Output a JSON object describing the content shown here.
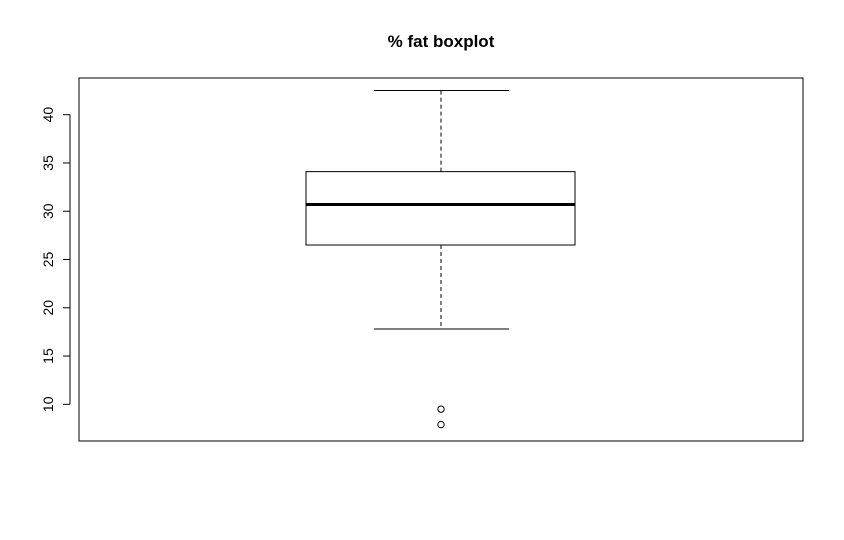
{
  "chart_data": {
    "type": "boxplot",
    "title": "% fat boxplot",
    "xlabel": "",
    "ylabel": "",
    "ylim": [
      6.2,
      43.8
    ],
    "yticks": [
      10,
      15,
      20,
      25,
      30,
      35,
      40
    ],
    "box": {
      "whisker_low": 17.8,
      "q1": 26.5,
      "median": 30.7,
      "q3": 34.1,
      "whisker_high": 42.5
    },
    "outliers": [
      9.5,
      7.9
    ],
    "grid": false,
    "colors": {
      "line": "#000000",
      "background": "#ffffff"
    }
  }
}
